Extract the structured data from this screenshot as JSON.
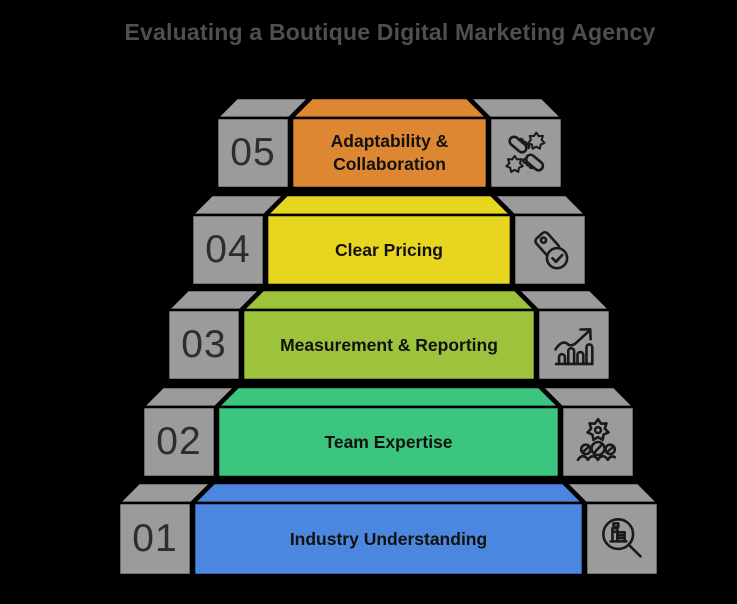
{
  "title": {
    "text": "Evaluating a Boutique Digital Marketing Agency",
    "color": "#4F4F4F"
  },
  "canvas": {
    "background": "#000000",
    "block_gray": "#9B9B9B",
    "outline": "#000000",
    "number_color": "#2D2D2D",
    "label_color": "#111111",
    "icon_stroke": "#1A1A1A"
  },
  "steps": [
    {
      "number": "05",
      "label": "Adaptability & Collaboration",
      "color": "#DD8732",
      "icon": "collaboration-hands-icon"
    },
    {
      "number": "04",
      "label": "Clear Pricing",
      "color": "#E7D51F",
      "icon": "price-tag-check-icon"
    },
    {
      "number": "03",
      "label": "Measurement & Reporting",
      "color": "#9DC23C",
      "icon": "growth-chart-icon"
    },
    {
      "number": "02",
      "label": "Team Expertise",
      "color": "#3CC57E",
      "icon": "team-gear-icon"
    },
    {
      "number": "01",
      "label": "Industry Understanding",
      "color": "#4C87DF",
      "icon": "industry-search-icon"
    }
  ]
}
